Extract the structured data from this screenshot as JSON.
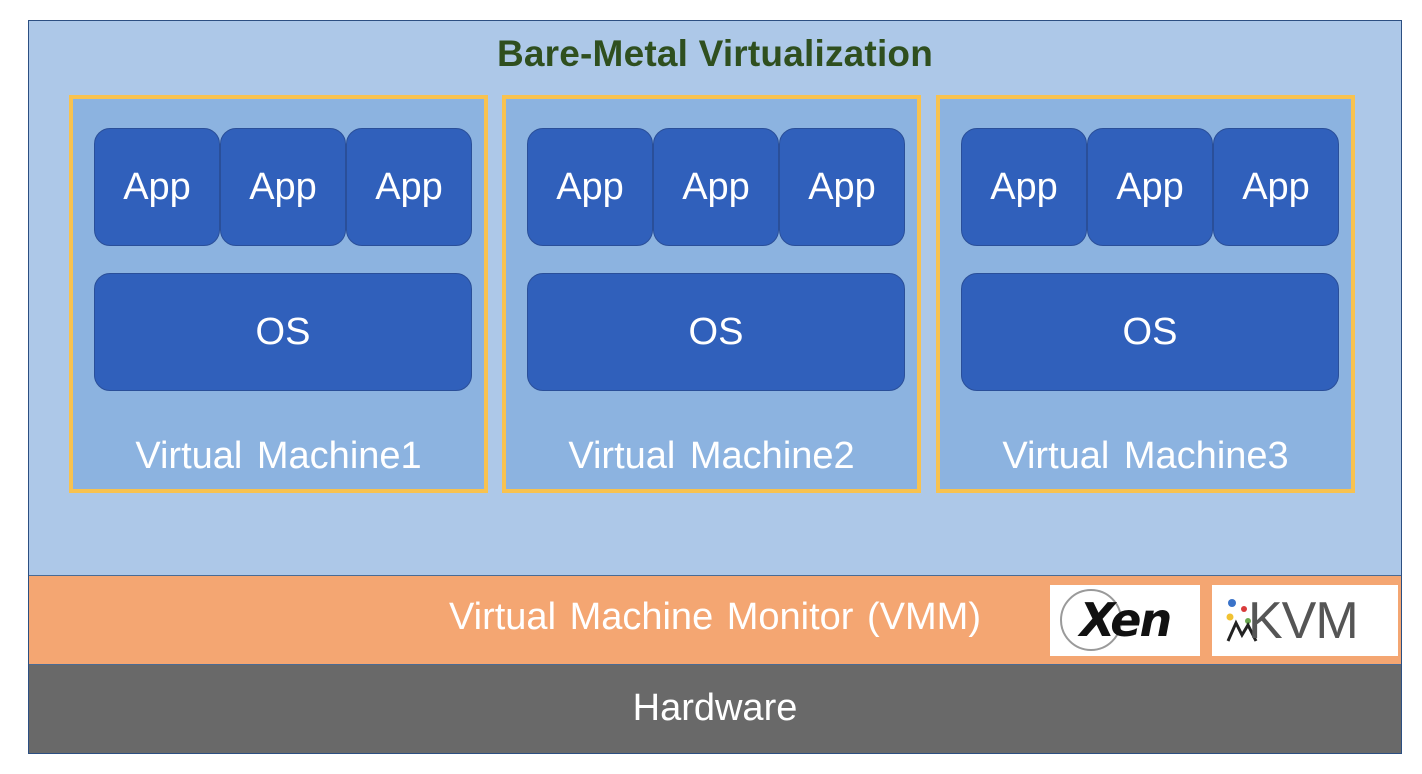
{
  "title": "Bare-Metal Virtualization",
  "virtual_machines": [
    {
      "apps": [
        "App",
        "App",
        "App"
      ],
      "os": "OS",
      "label": "Virtual Machine1"
    },
    {
      "apps": [
        "App",
        "App",
        "App"
      ],
      "os": "OS",
      "label": "Virtual Machine2"
    },
    {
      "apps": [
        "App",
        "App",
        "App"
      ],
      "os": "OS",
      "label": "Virtual Machine3"
    }
  ],
  "vmm": {
    "label": "Virtual Machine Monitor (VMM)",
    "logos": [
      {
        "name": "xen-logo",
        "text": "Xen"
      },
      {
        "name": "kvm-logo",
        "text": "KVM"
      }
    ]
  },
  "hardware": {
    "label": "Hardware"
  },
  "colors": {
    "title": "#2f4f1f",
    "virt_zone": "#adc8e8",
    "vm_border": "#f8c24f",
    "vm_fill": "#8cb3e0",
    "block": "#3060bb",
    "vmm": "#f4a672",
    "hardware": "#696969"
  }
}
